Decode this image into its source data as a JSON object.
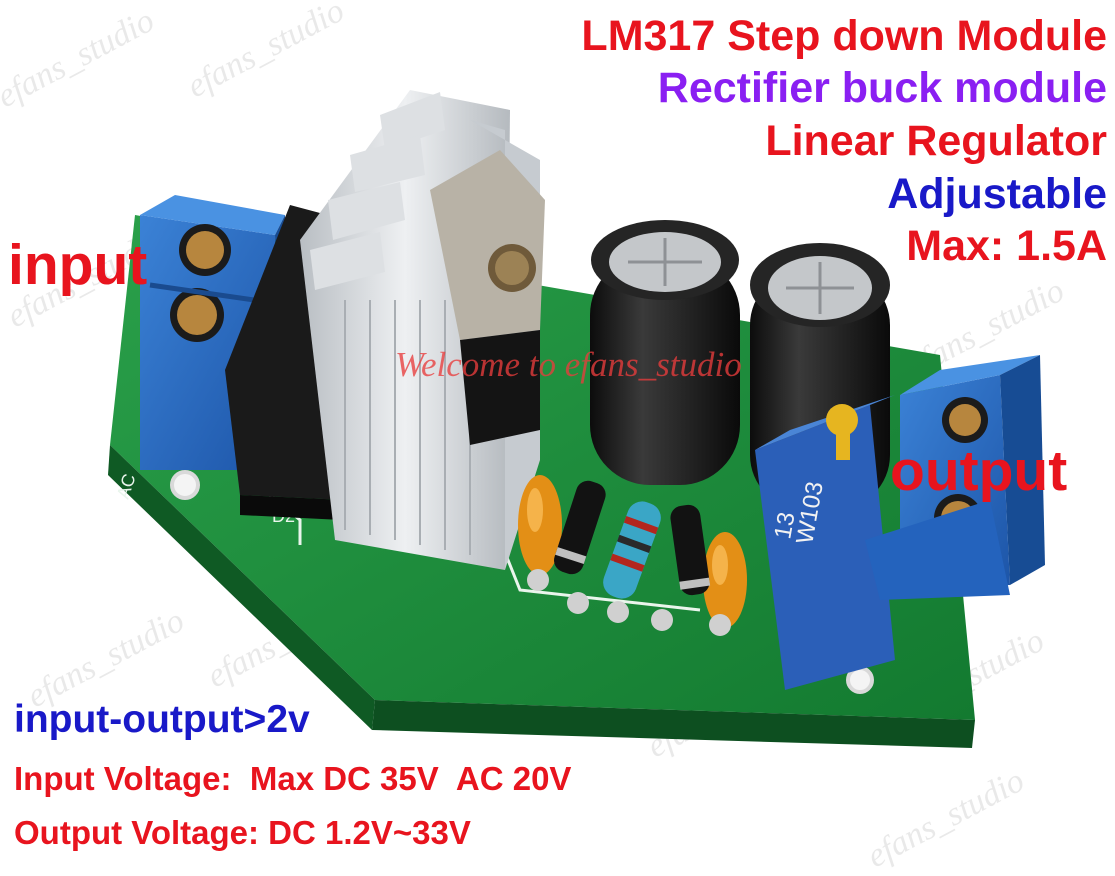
{
  "headline": {
    "line1": "LM317 Step down Module",
    "line2": "Rectifier buck module",
    "line3": "Linear Regulator",
    "line4": "Adjustable",
    "line5": "Max: 1.5A"
  },
  "labels": {
    "input": "input",
    "output": "output",
    "difference": "input-output>2v",
    "input_voltage": "Input Voltage:  Max DC 35V  AC 20V",
    "output_voltage": "Output Voltage: DC 1.2V~33V"
  },
  "watermark": {
    "center": "Welcome to efans_studio",
    "repeat": "efans_studio"
  },
  "board_marks": {
    "ac": "AC",
    "d2": "D2",
    "pot_code": "W103",
    "pot_sub": "13"
  },
  "colors": {
    "red": "#e8141e",
    "purple": "#8a1ff2",
    "blue": "#1919c8",
    "pcb_green": "#1f8a3c",
    "terminal_blue": "#2a6bc4",
    "heatsink": "#d4d8dc"
  }
}
